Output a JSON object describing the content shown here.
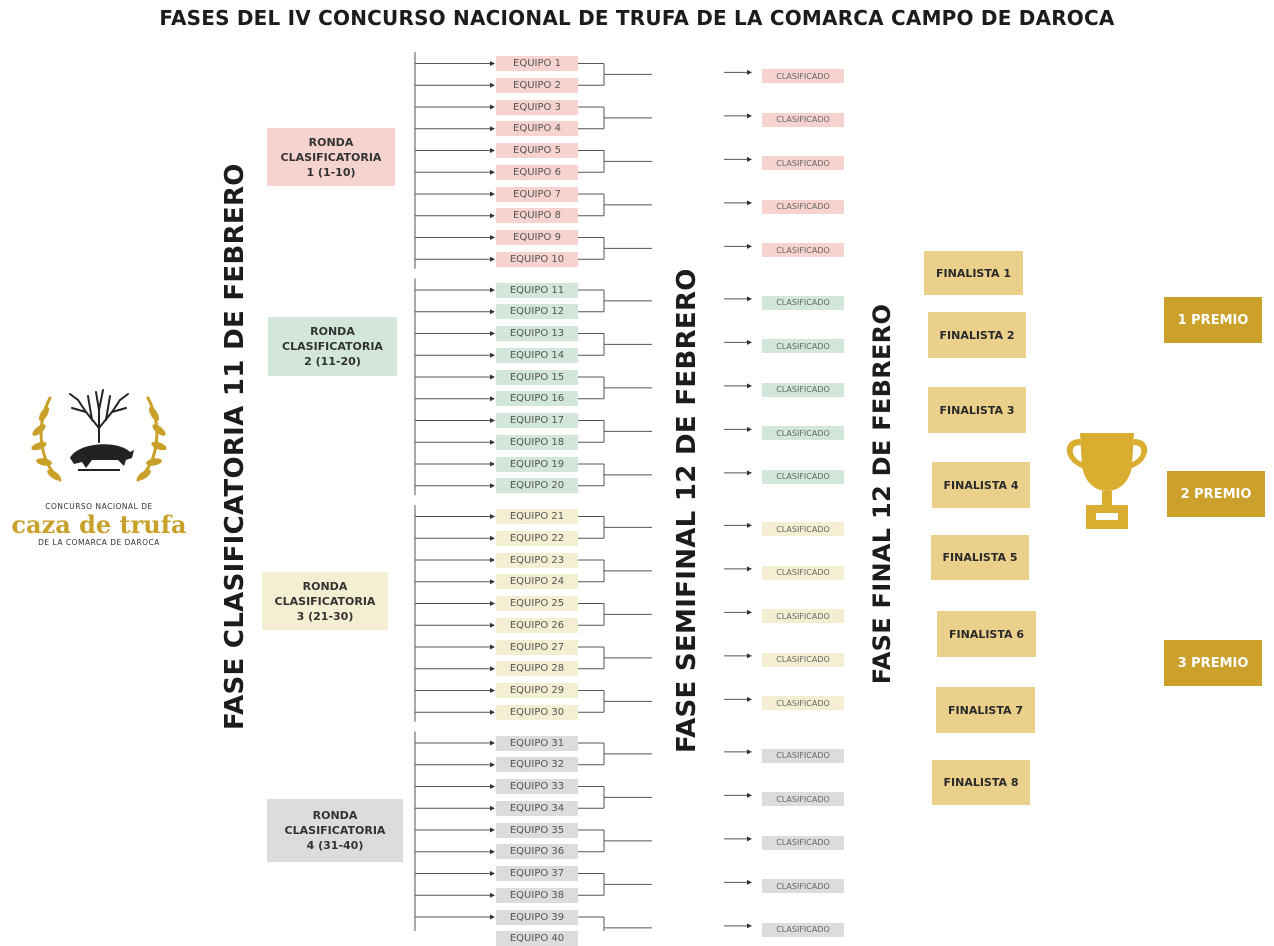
{
  "title": "FASES DEL IV CONCURSO NACIONAL DE TRUFA DE LA COMARCA CAMPO DE DAROCA",
  "logo": {
    "line1": "CONCURSO NACIONAL DE",
    "line2": "caza de trufa",
    "line3": "DE LA COMARCA DE DAROCA"
  },
  "phases": {
    "clasificatoria": "FASE CLASIFICATORIA 11 DE FEBRERO",
    "semifinal": "FASE SEMIFINAL 12 DE FEBRERO",
    "final": "FASE FINAL 12 DE FEBRERO"
  },
  "rondas": [
    {
      "label": "RONDA\nCLASIFICATORIA\n1 (1-10)",
      "color": "#f6d3cf"
    },
    {
      "label": "RONDA\nCLASIFICATORIA\n2 (11-20)",
      "color": "#d2e7d9"
    },
    {
      "label": "RONDA\nCLASIFICATORIA\n3 (21-30)",
      "color": "#f4efd2"
    },
    {
      "label": "RONDA\nCLASIFICATORIA\n4 (31-40)",
      "color": "#dcdcdc"
    }
  ],
  "equipos": [
    "EQUIPO 1",
    "EQUIPO 2",
    "EQUIPO 3",
    "EQUIPO 4",
    "EQUIPO 5",
    "EQUIPO 6",
    "EQUIPO 7",
    "EQUIPO 8",
    "EQUIPO 9",
    "EQUIPO 10",
    "EQUIPO 11",
    "EQUIPO 12",
    "EQUIPO 13",
    "EQUIPO 14",
    "EQUIPO  15",
    "EQUIPO 16",
    "EQUIPO 17",
    "EQUIPO 18",
    "EQUIPO 19",
    "EQUIPO 20",
    "EQUIPO 21",
    "EQUIPO 22",
    "EQUIPO 23",
    "EQUIPO 24",
    "EQUIPO 25",
    "EQUIPO 26",
    "EQUIPO 27",
    "EQUIPO 28",
    "EQUIPO 29",
    "EQUIPO 30",
    "EQUIPO 31",
    "EQUIPO 32",
    "EQUIPO 33",
    "EQUIPO 34",
    "EQUIPO 35",
    "EQUIPO 36",
    "EQUIPO 37",
    "EQUIPO 38",
    "EQUIPO 39",
    "EQUIPO 40"
  ],
  "clasificado_label": "CLASIFICADO",
  "clasificado_count": 20,
  "finalistas": [
    "FINALISTA 1",
    "FINALISTA 2",
    "FINALISTA 3",
    "FINALISTA 4",
    "FINALISTA 5",
    "FINALISTA 6",
    "FINALISTA 7",
    "FINALISTA 8"
  ],
  "premios": [
    "1 PREMIO",
    "2  PREMIO",
    "3 PREMIO"
  ],
  "colors": {
    "finalista": "#ead08a",
    "premio": "#cba12b",
    "trophy": "#d9ad30",
    "line": "#555555"
  }
}
